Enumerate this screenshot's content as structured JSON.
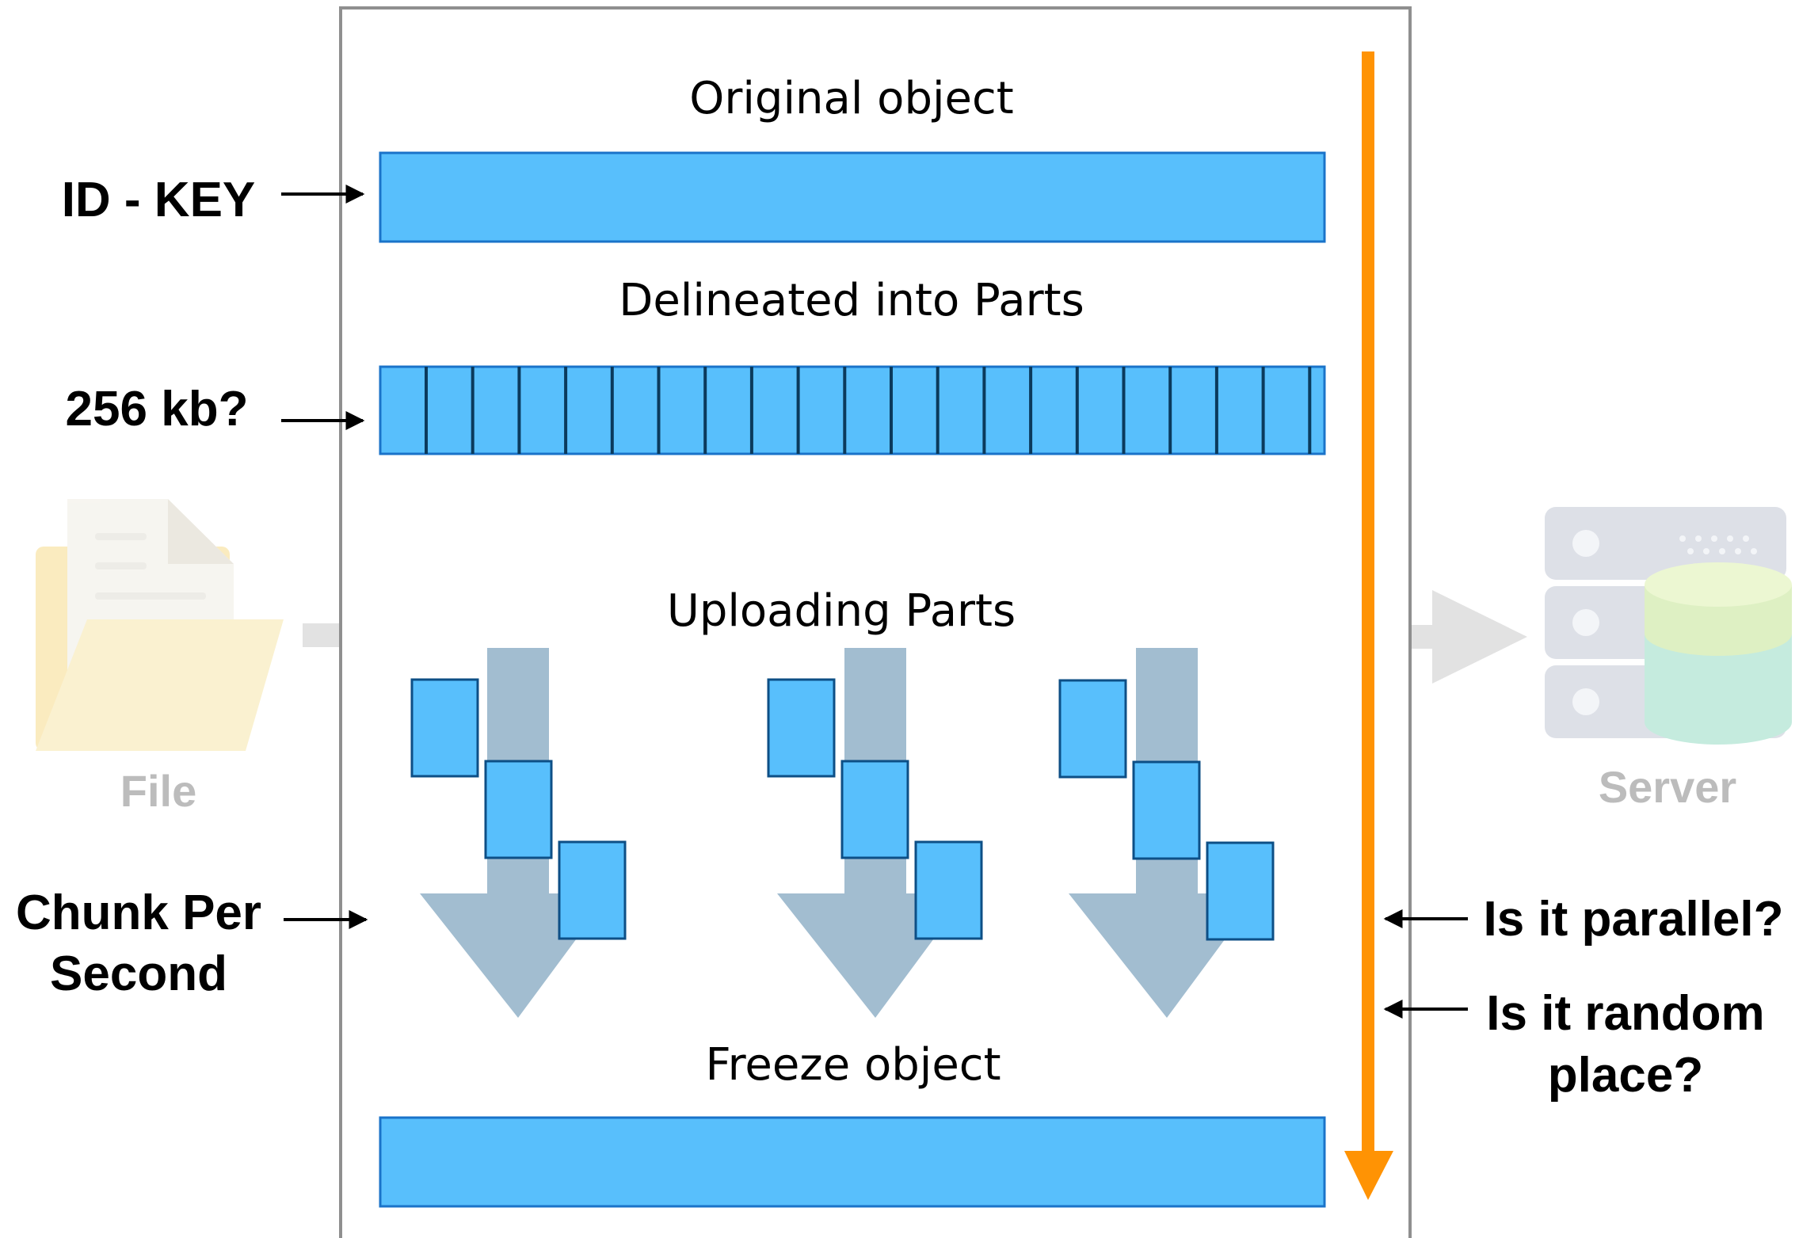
{
  "left_labels": {
    "id_key": "ID - KEY",
    "part_size": "256 kb?",
    "chunk_line1": "Chunk Per",
    "chunk_line2": "Second"
  },
  "right_labels": {
    "parallel": "Is it parallel?",
    "random_line1": "Is it random",
    "random_line2": "place?"
  },
  "sections": {
    "original": "Original object",
    "delineated": "Delineated into Parts",
    "uploading": "Uploading Parts",
    "freeze": "Freeze object"
  },
  "faded": {
    "file_label": "File",
    "server_label": "Server"
  },
  "part_count": 20,
  "icons": {
    "file": "folder-document-icon",
    "server": "server-database-icon"
  },
  "colors": {
    "bar_fill": "#58bffc",
    "bar_border": "#1a73c9",
    "part_divider": "#0b3a5c",
    "upload_arrow": "#a2bdd0",
    "timeline": "#ff9304",
    "faded_arrow": "#e2e2e2",
    "faded_text": "#bcbcbc"
  }
}
